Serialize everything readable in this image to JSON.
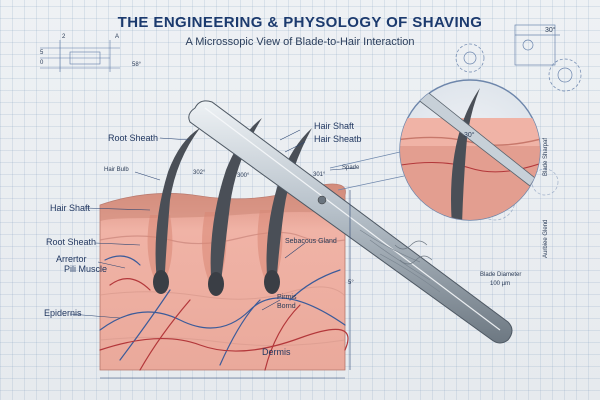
{
  "header": {
    "title": "THE ENGINEERING & PHYSOLOGY OF SHAVING",
    "subtitle": "A Microssopic View of Blade-to-Hair Interaction"
  },
  "corner_marks": {
    "top_left": [
      "2",
      "A",
      "5",
      "0",
      "58°"
    ],
    "top_right": "30°"
  },
  "labels": {
    "root_sheath_top": "Root Sheath",
    "hair_bulb": "Hair Bulb",
    "hair_shaft_left": "Hair Shaft",
    "root_sheath_left": "Root Sheath",
    "arrector_line1": "Arrertor",
    "arrector_line2": "Pili Muscle",
    "epidermis": "Epidernis",
    "hair_shaft_top": "Hair Shaft",
    "hair_sheath": "Hair Sheatb",
    "angle_302": "302°",
    "angle_300": "300°",
    "angle_301": "301°",
    "spade": "Spade",
    "sebaceous": "Sebacous Gland",
    "dermis_bond_line1": "Pirmis",
    "dermis_bond_line2": "Bornd",
    "dermis": "Dermis",
    "dim_5": "5°",
    "inset_angle": "30°",
    "blade_diameter_line1": "Blade Diameter",
    "blade_diameter_line2": "100 µm",
    "side_note_1": "Blade Sharpaf",
    "side_note_2": "Aurbiee Glend"
  },
  "colors": {
    "title": "#1c3a6e",
    "skin": "#e9a79a",
    "skin_dark": "#c97f74",
    "hair": "#4a4f57",
    "blade": "#b9c3cc",
    "vessel_blue": "#3b5b9a",
    "vessel_red": "#b3373a",
    "line": "#6d86ab"
  }
}
